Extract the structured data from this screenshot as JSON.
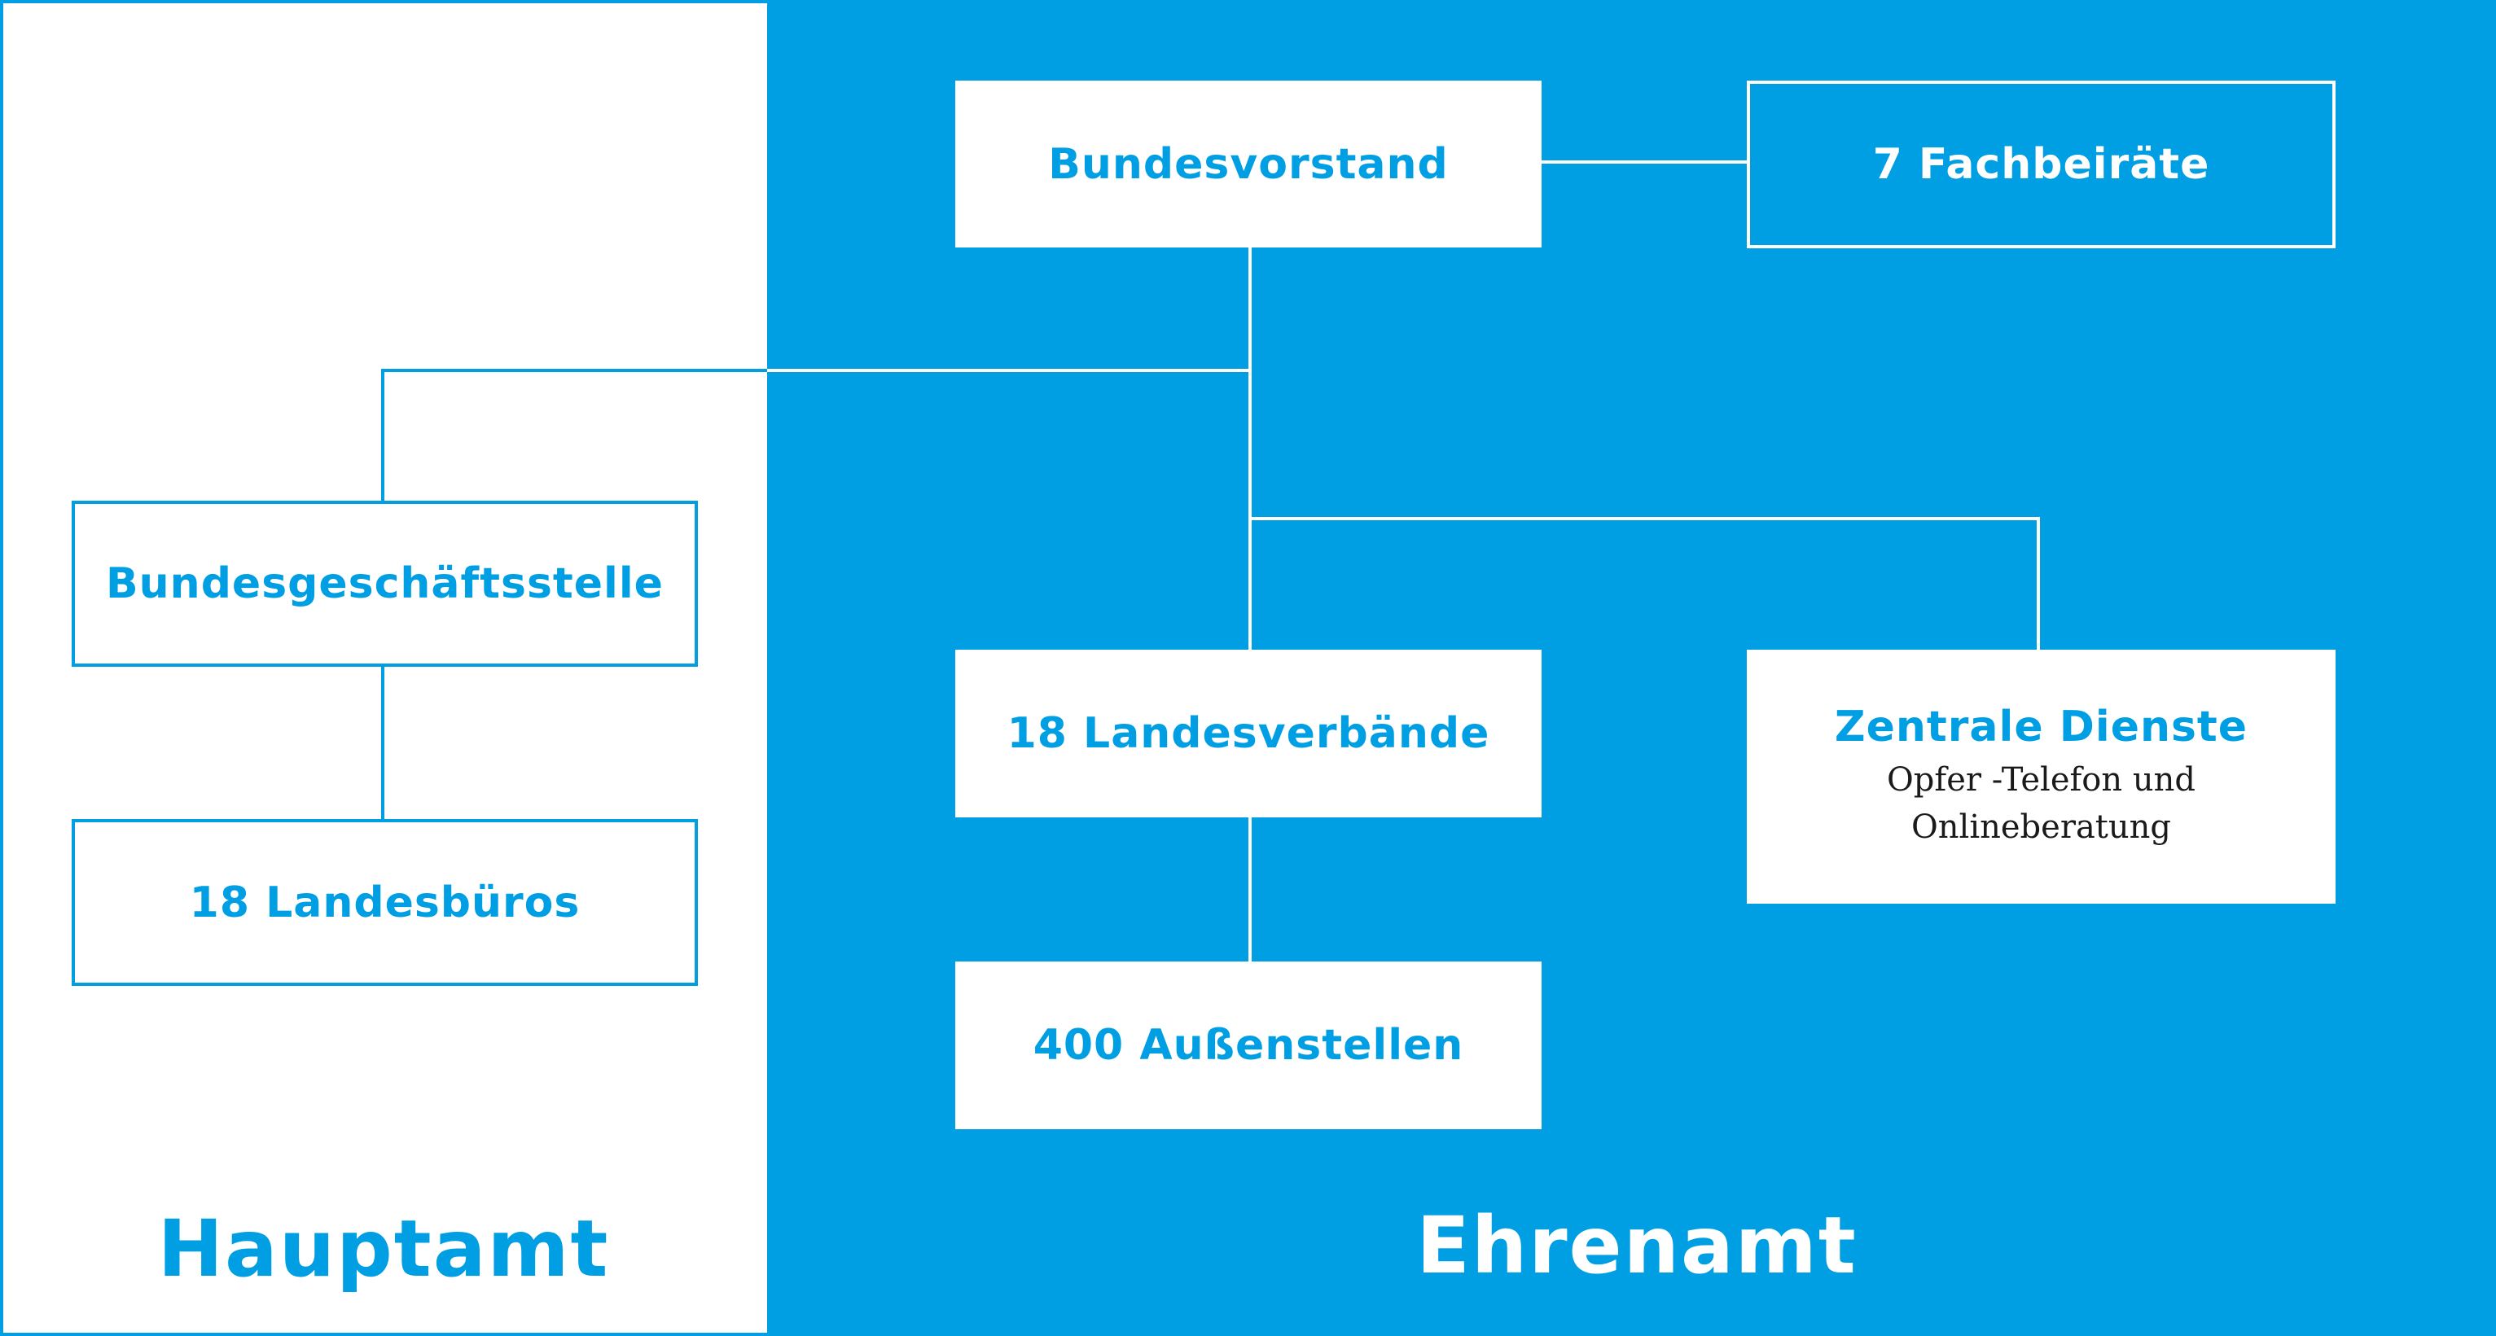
{
  "sections": {
    "left_title": "Hauptamt",
    "right_title": "Ehrenamt"
  },
  "boxes": {
    "bundesvorstand": "Bundesvorstand",
    "fachbeiraete": "7 Fachbeiräte",
    "bundesgeschaeftsstelle": "Bundesgeschäftsstelle",
    "landesbueros": "18 Landesbüros",
    "landesverbaende": "18 Landesverbände",
    "aussenstellen": "400 Außenstellen",
    "zentrale_dienste": {
      "title": "Zentrale Dienste",
      "line1": "Opfer -Telefon und",
      "line2": "Onlineberatung"
    }
  },
  "colors": {
    "accent": "#009fe3",
    "white": "#ffffff",
    "text_dark": "#1a1a1a"
  }
}
